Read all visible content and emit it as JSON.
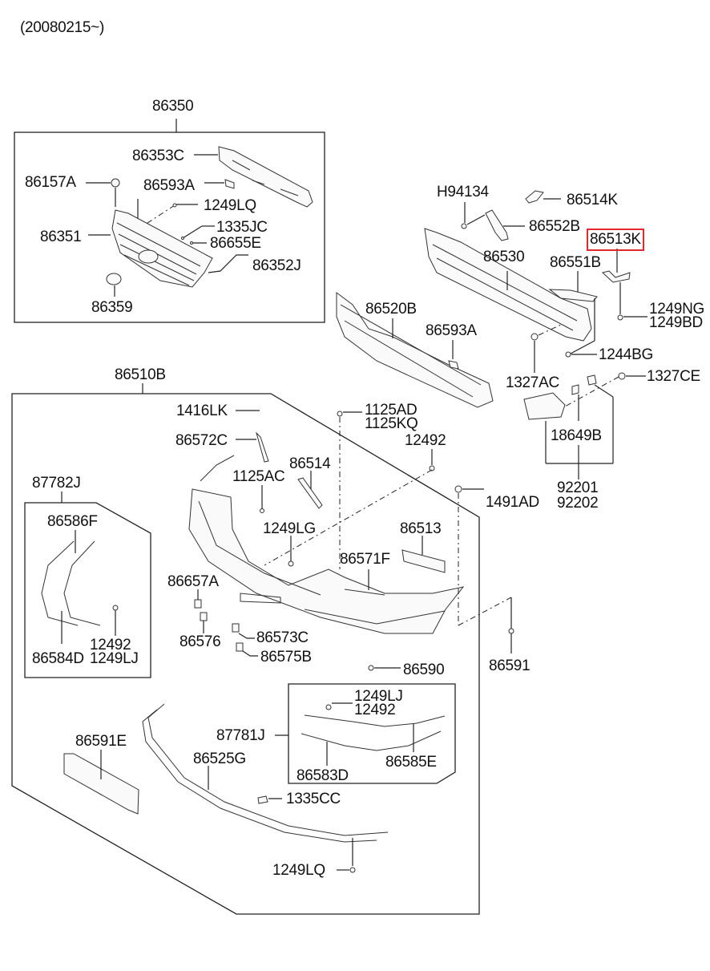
{
  "header": {
    "date_code": "(20080215~)"
  },
  "highlight": {
    "part": "86513K",
    "color": "#e0282e"
  },
  "groups": {
    "grille_assy": "86350",
    "front_bumper_assy": "86510B",
    "side_molding_assy": "87782J",
    "lower_molding_assy": "87781J",
    "fog_lamp_group": [
      "92201",
      "92202"
    ]
  },
  "labels": {
    "p86353C": "86353C",
    "p86157A": "86157A",
    "p86593A_grille": "86593A",
    "p1249LQ_grille": "1249LQ",
    "p1335JC": "1335JC",
    "p86655E": "86655E",
    "p86351": "86351",
    "p86352J": "86352J",
    "p86359": "86359",
    "pH94134": "H94134",
    "p86514K": "86514K",
    "p86552B": "86552B",
    "p86513K": "86513K",
    "p86530": "86530",
    "p86551B": "86551B",
    "p1249NG": "1249NG",
    "p1249BD": "1249BD",
    "p86520B": "86520B",
    "p86593A_beam": "86593A",
    "p1244BG": "1244BG",
    "p1327AC": "1327AC",
    "p1327CE": "1327CE",
    "p18649B": "18649B",
    "p1416LK": "1416LK",
    "p1125AD": "1125AD",
    "p1125KQ": "1125KQ",
    "p86572C": "86572C",
    "p12492_top": "12492",
    "p86514": "86514",
    "p1125AC": "1125AC",
    "p1491AD": "1491AD",
    "p86586F": "86586F",
    "p1249LG": "1249LG",
    "p86513": "86513",
    "p86571F": "86571F",
    "p86657A": "86657A",
    "p86576": "86576",
    "p86573C": "86573C",
    "p86575B": "86575B",
    "p86584D": "86584D",
    "p12492_side": "12492",
    "p1249LJ_side": "1249LJ",
    "p86590": "86590",
    "p86591": "86591",
    "p1249LJ_low": "1249LJ",
    "p12492_low": "12492",
    "p86591E": "86591E",
    "p86525G": "86525G",
    "p86585E": "86585E",
    "p86583D": "86583D",
    "p1335CC": "1335CC",
    "p1249LQ_low": "1249LQ"
  }
}
